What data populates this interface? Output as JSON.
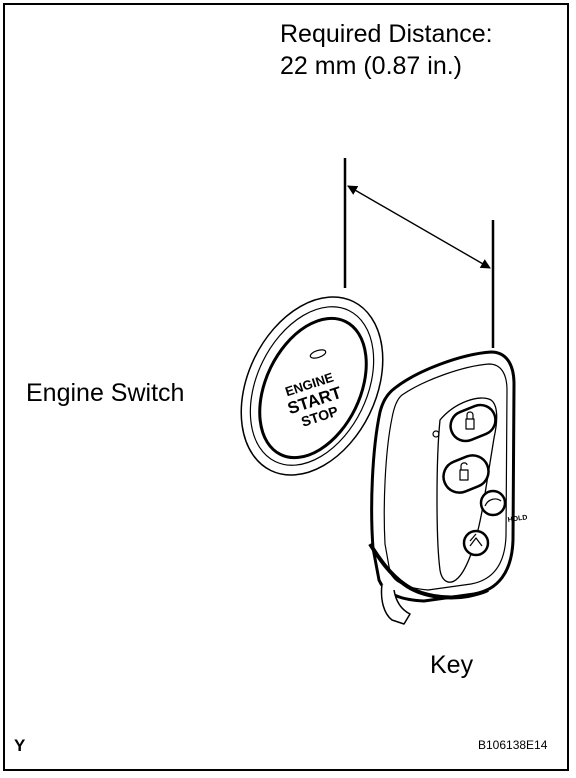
{
  "labels": {
    "required_distance_title": "Required Distance:",
    "required_distance_value": "22 mm (0.87 in.)",
    "engine_switch": "Engine Switch",
    "key": "Key",
    "corner_mark": "Y",
    "figure_id": "B106138E14"
  },
  "engine_button_text": {
    "line1": "ENGINE",
    "line2": "START",
    "line3": "STOP"
  },
  "key_fob_text": {
    "hold": "HOLD"
  },
  "colors": {
    "line": "#000000",
    "background": "#ffffff"
  }
}
